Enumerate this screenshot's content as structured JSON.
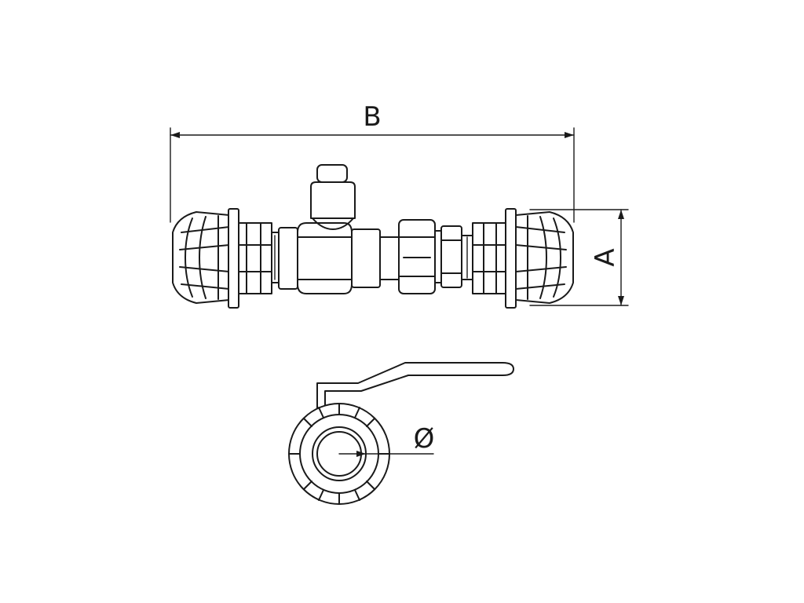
{
  "dimensions": {
    "width_label": "B",
    "height_label": "A",
    "diameter_label": "Ø"
  },
  "colors": {
    "line": "#1a1a1a",
    "background": "#ffffff"
  }
}
